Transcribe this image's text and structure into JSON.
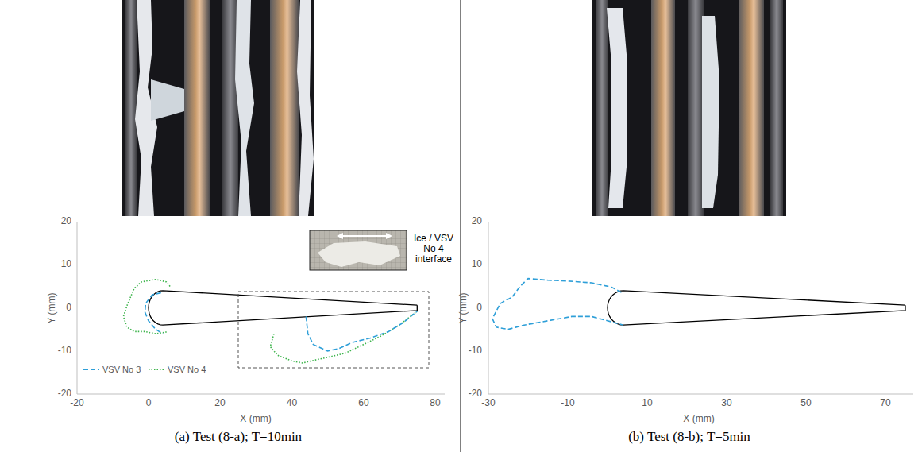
{
  "diagram": {
    "labels": [
      "20",
      "10",
      "0",
      "-10",
      "-20",
      "Y (mm)",
      "-20",
      "0",
      "20",
      "40",
      "60",
      "80",
      "X (mm)",
      "Ice / VSV No 4 interface",
      "(a)  Test (8-a); T=10min",
      "20",
      "10",
      "0",
      "-10",
      "-20",
      "Y (mm)",
      "-30",
      "-10",
      "10",
      "30",
      "50",
      "70",
      "X (mm)",
      "(b) Test (8-b); T=5min"
    ],
    "legend": [
      {
        "text": "VSV No 3"
      },
      {
        "text": "VSV No 4"
      }
    ]
  }
}
